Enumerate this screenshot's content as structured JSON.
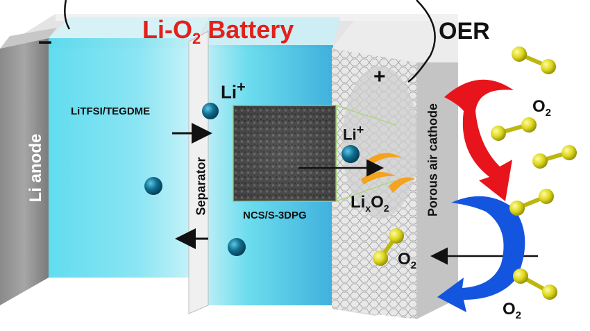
{
  "title": {
    "main": "Li-O",
    "sub": "2",
    "tail": " Battery",
    "color": "#e3201b"
  },
  "labels": {
    "oer": "OER",
    "minus": "–",
    "plus": "+",
    "anode": "Li anode",
    "electrolyte": "LiTFSI/TEGDME",
    "separator": "Separator",
    "cathode": "Porous air cathode",
    "catalyst": "NCS/S-3DPG",
    "li_ion": "Li",
    "li_ion_sup": "+",
    "product_main": "Li",
    "product_x": "x",
    "product_o": "O",
    "product_2": "2",
    "o2_main": "O",
    "o2_sub": "2"
  },
  "colors": {
    "oer_arrow": "#e8141b",
    "orr_arrow": "#1455e0",
    "li_ion": "#0f6d8f",
    "o2_molecule": "#dcd61a",
    "electrolyte": "#3fd8e6",
    "product": "#f5a21c"
  }
}
